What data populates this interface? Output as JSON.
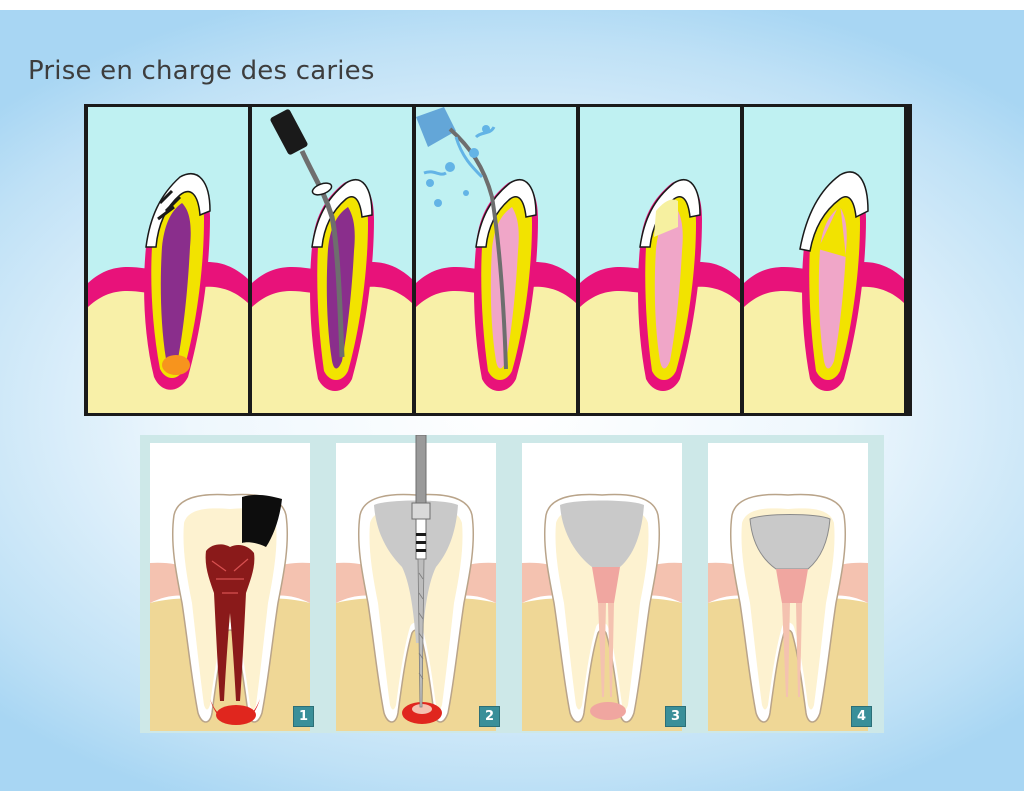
{
  "slide": {
    "title": "Prise en charge des caries"
  },
  "figures": {
    "top": {
      "panel_count": 5,
      "colors": {
        "background": "#bff1f2",
        "gum": "#e8127a",
        "bone": "#f8f0a8",
        "enamel": "#ffffff",
        "dentin": "#f2e300",
        "pulp_infected": "#8a2e8c",
        "pulp_filled": "#f0a6c8",
        "abscess": "#f7941d",
        "instrument": "#6e6e6e",
        "water": "#63b4e6"
      },
      "icons": [
        "file-instrument-icon",
        "irrigation-syringe-icon"
      ]
    },
    "bottom": {
      "step_labels": [
        "1",
        "2",
        "3",
        "4"
      ],
      "colors": {
        "frame": "#cde8e8",
        "bone": "#efd796",
        "gum": "#f4c2b0",
        "enamel": "#ffffff",
        "dentin": "#fdf2d0",
        "cavity": "#0d0d0d",
        "pulp_infected": "#8a1a1a",
        "lesion": "#e0261e",
        "filling": "#c9c9c9",
        "healing": "#f0a6a0",
        "marker": "#3a8f99"
      },
      "icons": [
        "endodontic-file-icon"
      ]
    }
  }
}
